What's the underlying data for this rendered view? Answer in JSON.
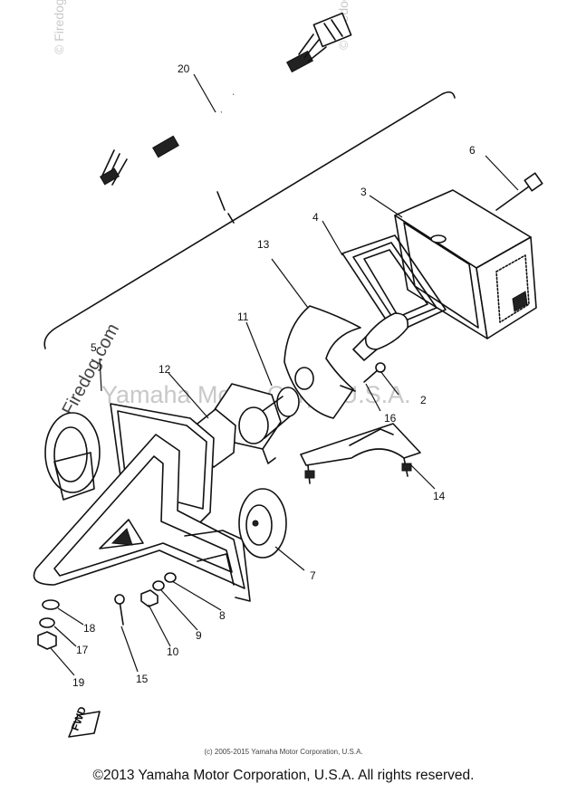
{
  "watermarks": {
    "firedog": "© Firedog.com",
    "yamaha": "Yamaha Motor Corp., U.S.A."
  },
  "part_labels": [
    "20",
    "6",
    "3",
    "4",
    "13",
    "11",
    "12",
    "5",
    "2",
    "16",
    "14",
    "7",
    "8",
    "9",
    "10",
    "15",
    "18",
    "17",
    "19"
  ],
  "stamp": "FWD",
  "footer": {
    "small_credit": "(c) 2005-2015 Yamaha Motor Corporation, U.S.A.",
    "copyright": "©2013 Yamaha Motor Corporation, U.S.A. All rights reserved."
  }
}
